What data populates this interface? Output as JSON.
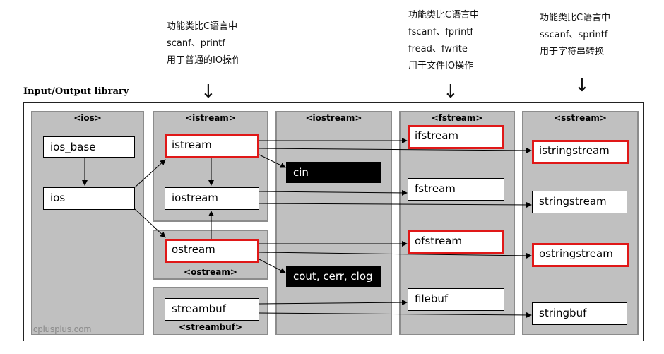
{
  "annotations": {
    "left": {
      "lines": [
        "功能类比C语言中",
        "scanf、printf",
        "用于普通的IO操作"
      ]
    },
    "middle": {
      "lines": [
        "功能类比C语言中",
        "fscanf、fprintf",
        "fread、fwrite",
        "用于文件IO操作"
      ]
    },
    "right": {
      "lines": [
        "功能类比C语言中",
        "sscanf、sprintf",
        "用于字符串转换"
      ]
    },
    "arrow_glyph": "↓"
  },
  "library_title": "Input/Output library",
  "panels": {
    "ios": {
      "title": "<ios>",
      "boxes": [
        "ios_base",
        "ios"
      ]
    },
    "istream": {
      "title": "<istream>",
      "boxes": [
        "istream",
        "iostream"
      ]
    },
    "ostream": {
      "title": "<ostream>",
      "boxes": [
        "ostream"
      ]
    },
    "streambuf": {
      "title": "<streambuf>",
      "boxes": [
        "streambuf"
      ]
    },
    "iostream": {
      "title": "<iostream>",
      "objects": [
        "cin",
        "cout, cerr, clog"
      ]
    },
    "fstream": {
      "title": "<fstream>",
      "boxes": [
        "ifstream",
        "fstream",
        "ofstream",
        "filebuf"
      ]
    },
    "sstream": {
      "title": "<sstream>",
      "boxes": [
        "istringstream",
        "stringstream",
        "ostringstream",
        "stringbuf"
      ]
    }
  },
  "highlighted": [
    "istream",
    "ostream",
    "ifstream",
    "ofstream",
    "istringstream",
    "ostringstream"
  ],
  "colors": {
    "highlight": "#e01818",
    "panel": "#c0c0c0",
    "panel_border": "#8c8c8c"
  },
  "watermark": "cplusplus.com"
}
